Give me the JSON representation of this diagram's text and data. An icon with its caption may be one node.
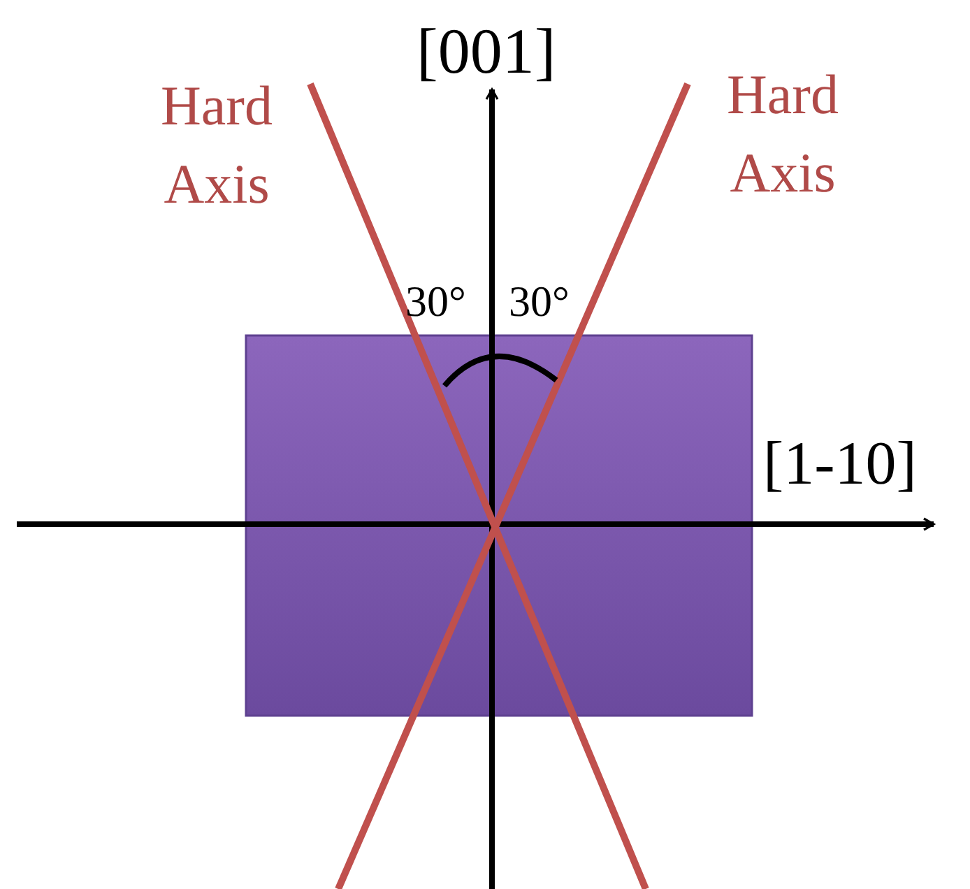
{
  "diagram": {
    "labels": [
      "Hard Axis",
      "[001]",
      "Hard Axis",
      "30°",
      "30°",
      "[1-10]"
    ]
  }
}
